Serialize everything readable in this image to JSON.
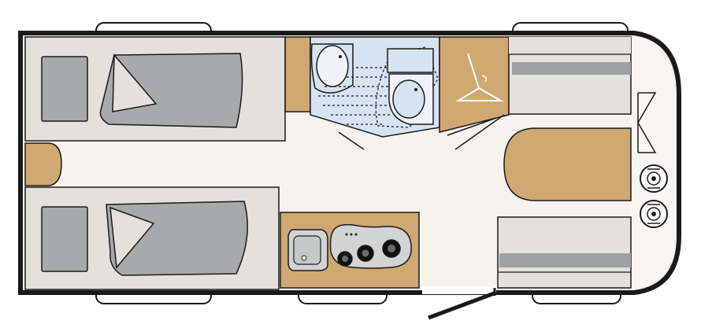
{
  "floorplan": {
    "rooms": [
      "single-bed-top",
      "single-bed-bottom",
      "washroom",
      "wardrobe",
      "kitchen",
      "front-dinette"
    ],
    "colors": {
      "outline": "#1a1a1a",
      "floor": "#f6f3ee",
      "mattress": "#e4e0dc",
      "blanket": "#a7a9ab",
      "wood": "#cfa872",
      "washroom": "#d6e3f2",
      "cushion": "#9ea0a2",
      "window": "#ffffff"
    }
  }
}
